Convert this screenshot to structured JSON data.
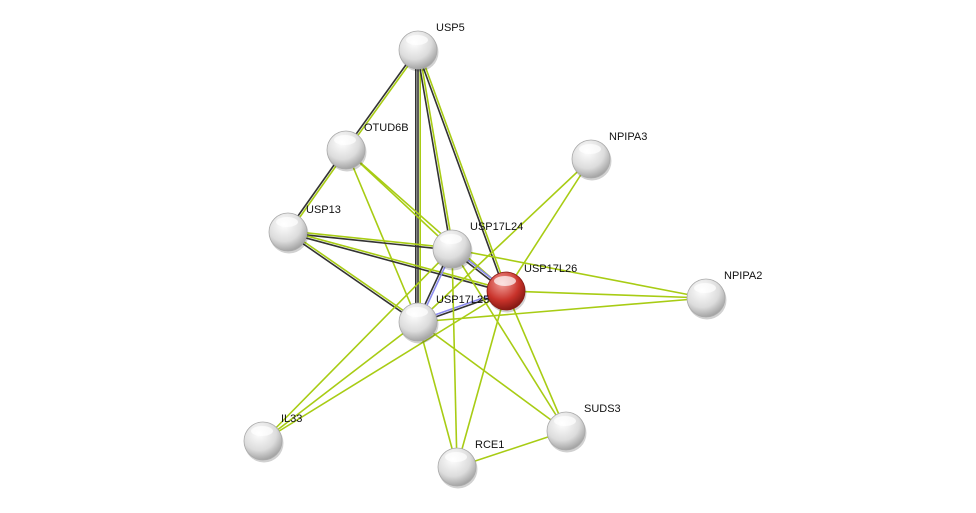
{
  "colors": {
    "textmining": "#a8cc14",
    "coexpression": "#333333",
    "database": "#8a8aee",
    "query_node": "#c8322a",
    "node": "#e6e6e6"
  },
  "nodes": [
    {
      "id": "USP5",
      "label": "USP5",
      "query": false
    },
    {
      "id": "OTUD6B",
      "label": "OTUD6B",
      "query": false
    },
    {
      "id": "NPIPA3",
      "label": "NPIPA3",
      "query": false
    },
    {
      "id": "USP13",
      "label": "USP13",
      "query": false
    },
    {
      "id": "USP17L24",
      "label": "USP17L24",
      "query": false
    },
    {
      "id": "USP17L26",
      "label": "USP17L26",
      "query": true
    },
    {
      "id": "NPIPA2",
      "label": "NPIPA2",
      "query": false
    },
    {
      "id": "USP17L25",
      "label": "USP17L25",
      "query": false
    },
    {
      "id": "IL33",
      "label": "IL33",
      "query": false
    },
    {
      "id": "SUDS3",
      "label": "SUDS3",
      "query": false
    },
    {
      "id": "RCE1",
      "label": "RCE1",
      "query": false
    }
  ],
  "edges": [
    {
      "a": "USP5",
      "b": "OTUD6B",
      "types": [
        "textmining",
        "coexpression"
      ]
    },
    {
      "a": "USP5",
      "b": "USP17L25",
      "types": [
        "textmining",
        "coexpression",
        "coexpression"
      ]
    },
    {
      "a": "USP5",
      "b": "USP17L24",
      "types": [
        "textmining",
        "coexpression"
      ]
    },
    {
      "a": "USP5",
      "b": "USP17L26",
      "types": [
        "textmining",
        "coexpression"
      ]
    },
    {
      "a": "OTUD6B",
      "b": "USP13",
      "types": [
        "textmining",
        "coexpression"
      ]
    },
    {
      "a": "OTUD6B",
      "b": "USP17L24",
      "types": [
        "textmining"
      ]
    },
    {
      "a": "OTUD6B",
      "b": "USP17L26",
      "types": [
        "textmining"
      ]
    },
    {
      "a": "OTUD6B",
      "b": "USP17L25",
      "types": [
        "textmining"
      ]
    },
    {
      "a": "USP13",
      "b": "USP17L24",
      "types": [
        "textmining",
        "coexpression"
      ]
    },
    {
      "a": "USP13",
      "b": "USP17L26",
      "types": [
        "textmining",
        "coexpression"
      ]
    },
    {
      "a": "USP13",
      "b": "USP17L25",
      "types": [
        "textmining",
        "coexpression"
      ]
    },
    {
      "a": "USP17L24",
      "b": "USP17L25",
      "types": [
        "database",
        "coexpression"
      ]
    },
    {
      "a": "USP17L24",
      "b": "USP17L26",
      "types": [
        "database",
        "coexpression"
      ]
    },
    {
      "a": "USP17L25",
      "b": "USP17L26",
      "types": [
        "database",
        "coexpression"
      ]
    },
    {
      "a": "USP17L24",
      "b": "NPIPA2",
      "types": [
        "textmining"
      ]
    },
    {
      "a": "USP17L26",
      "b": "NPIPA2",
      "types": [
        "textmining"
      ]
    },
    {
      "a": "USP17L25",
      "b": "NPIPA2",
      "types": [
        "textmining"
      ]
    },
    {
      "a": "NPIPA3",
      "b": "USP17L25",
      "types": [
        "textmining"
      ]
    },
    {
      "a": "NPIPA3",
      "b": "USP17L26",
      "types": [
        "textmining"
      ]
    },
    {
      "a": "USP17L24",
      "b": "IL33",
      "types": [
        "textmining"
      ]
    },
    {
      "a": "USP17L26",
      "b": "IL33",
      "types": [
        "textmining"
      ]
    },
    {
      "a": "USP17L25",
      "b": "IL33",
      "types": [
        "textmining"
      ]
    },
    {
      "a": "USP17L24",
      "b": "RCE1",
      "types": [
        "textmining"
      ]
    },
    {
      "a": "USP17L25",
      "b": "RCE1",
      "types": [
        "textmining"
      ]
    },
    {
      "a": "USP17L26",
      "b": "RCE1",
      "types": [
        "textmining"
      ]
    },
    {
      "a": "USP17L24",
      "b": "SUDS3",
      "types": [
        "textmining"
      ]
    },
    {
      "a": "USP17L26",
      "b": "SUDS3",
      "types": [
        "textmining"
      ]
    },
    {
      "a": "USP17L25",
      "b": "SUDS3",
      "types": [
        "textmining"
      ]
    },
    {
      "a": "RCE1",
      "b": "SUDS3",
      "types": [
        "textmining"
      ]
    }
  ]
}
